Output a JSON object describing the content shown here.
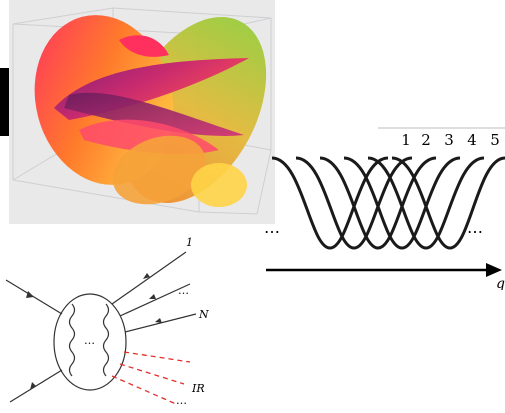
{
  "gauss_panel": {
    "peak_labels": [
      "1",
      "2",
      "3",
      "4",
      "5"
    ],
    "left_ellipsis": "…",
    "right_ellipsis": "…",
    "axis_label": "q"
  },
  "feynman_panel": {
    "out_label_top": "1",
    "out_dots": "…",
    "out_label_n": "N",
    "blob_dots": "…",
    "ir_label": "IR",
    "ir_dots": "…"
  },
  "colors": {
    "surface_bg": "#e9e9ea",
    "ir_dash": "#e0302c",
    "line": "#000000"
  }
}
